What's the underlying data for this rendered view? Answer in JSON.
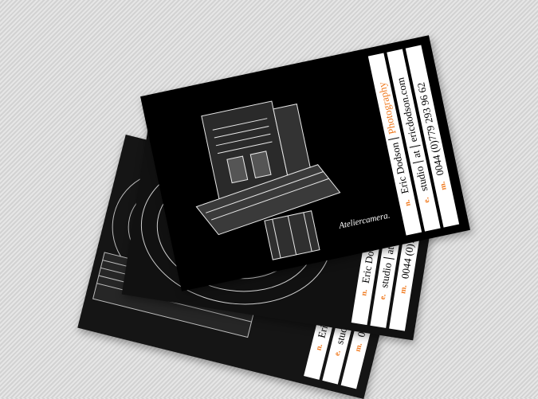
{
  "card": {
    "caption": "Ateliercamera.",
    "name": "Eric Dodson",
    "profession": "Photography",
    "email_label": "e.",
    "email_user": "studio",
    "email_at": "at",
    "email_domain": "ericdodson.com",
    "name_label": "n.",
    "phone_label": "m.",
    "phone": "0044 (0)779 293 96 62"
  },
  "cards_visible": 3,
  "colors": {
    "accent": "#f07a1f",
    "card_bg": "#000000",
    "strip_bg": "#ffffff"
  }
}
